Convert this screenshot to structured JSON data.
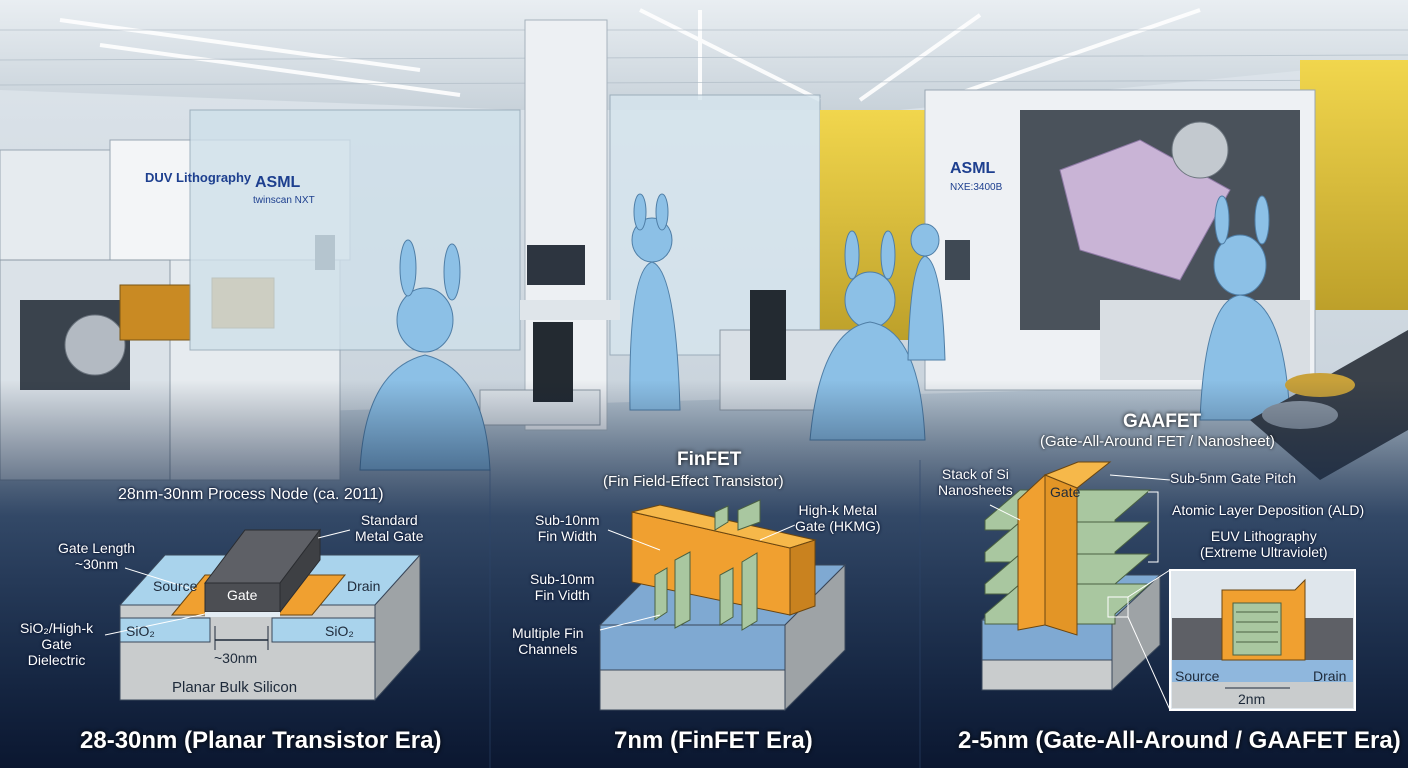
{
  "machines": {
    "duv_label": "DUV Lithography",
    "duv_brand": "ASML",
    "duv_model": "twinscan NXT",
    "euv_brand": "ASML",
    "euv_model": "NXE:3400B"
  },
  "planar": {
    "node_heading": "28nm-30nm Process Node (ca. 2011)",
    "metal_gate": "Standard\nMetal Gate",
    "gate_length": "Gate Length\n~30nm",
    "source": "Source",
    "gate": "Gate",
    "drain": "Drain",
    "sio2_left": "SiO₂",
    "sio2_right": "SiO₂",
    "dielectric": "SiO₂/High-k\nGate\nDielectric",
    "dimension": "~30nm",
    "substrate": "Planar Bulk Silicon",
    "era": "28-30nm (Planar Transistor Era)"
  },
  "finfet": {
    "title": "FinFET",
    "subtitle": "(Fin Field-Effect Transistor)",
    "fin_width_1": "Sub-10nm\nFin Width",
    "fin_width_2": "Sub-10nm\nFin Vidth",
    "hkmg": "High-k Metal\nGate (HKMG)",
    "channels": "Multiple Fin\nChannels",
    "era": "7nm (FinFET Era)"
  },
  "gaafet": {
    "title": "GAAFET",
    "subtitle": "(Gate-All-Around FET / Nanosheet)",
    "stack": "Stack of Si\nNanosheets",
    "gate": "Gate",
    "pitch": "Sub-5nm Gate Pitch",
    "ald": "Atomic Layer Deposition (ALD)",
    "euv": "EUV Lithography\n(Extreme Ultraviolet)",
    "source": "Source",
    "drain": "Drain",
    "dimension": "2nm",
    "era": "2-5nm (Gate-All-Around / GAAFET Era)"
  },
  "colors": {
    "gate_orange": "#f0a030",
    "metal_gray": "#5e6066",
    "oxide_blue": "#a9d3ec",
    "silicon_gray": "#c9cccd",
    "fin_green": "#a9c7a0",
    "suit_blue": "#8cc0e6",
    "yellow_room": "#e6c43a"
  }
}
